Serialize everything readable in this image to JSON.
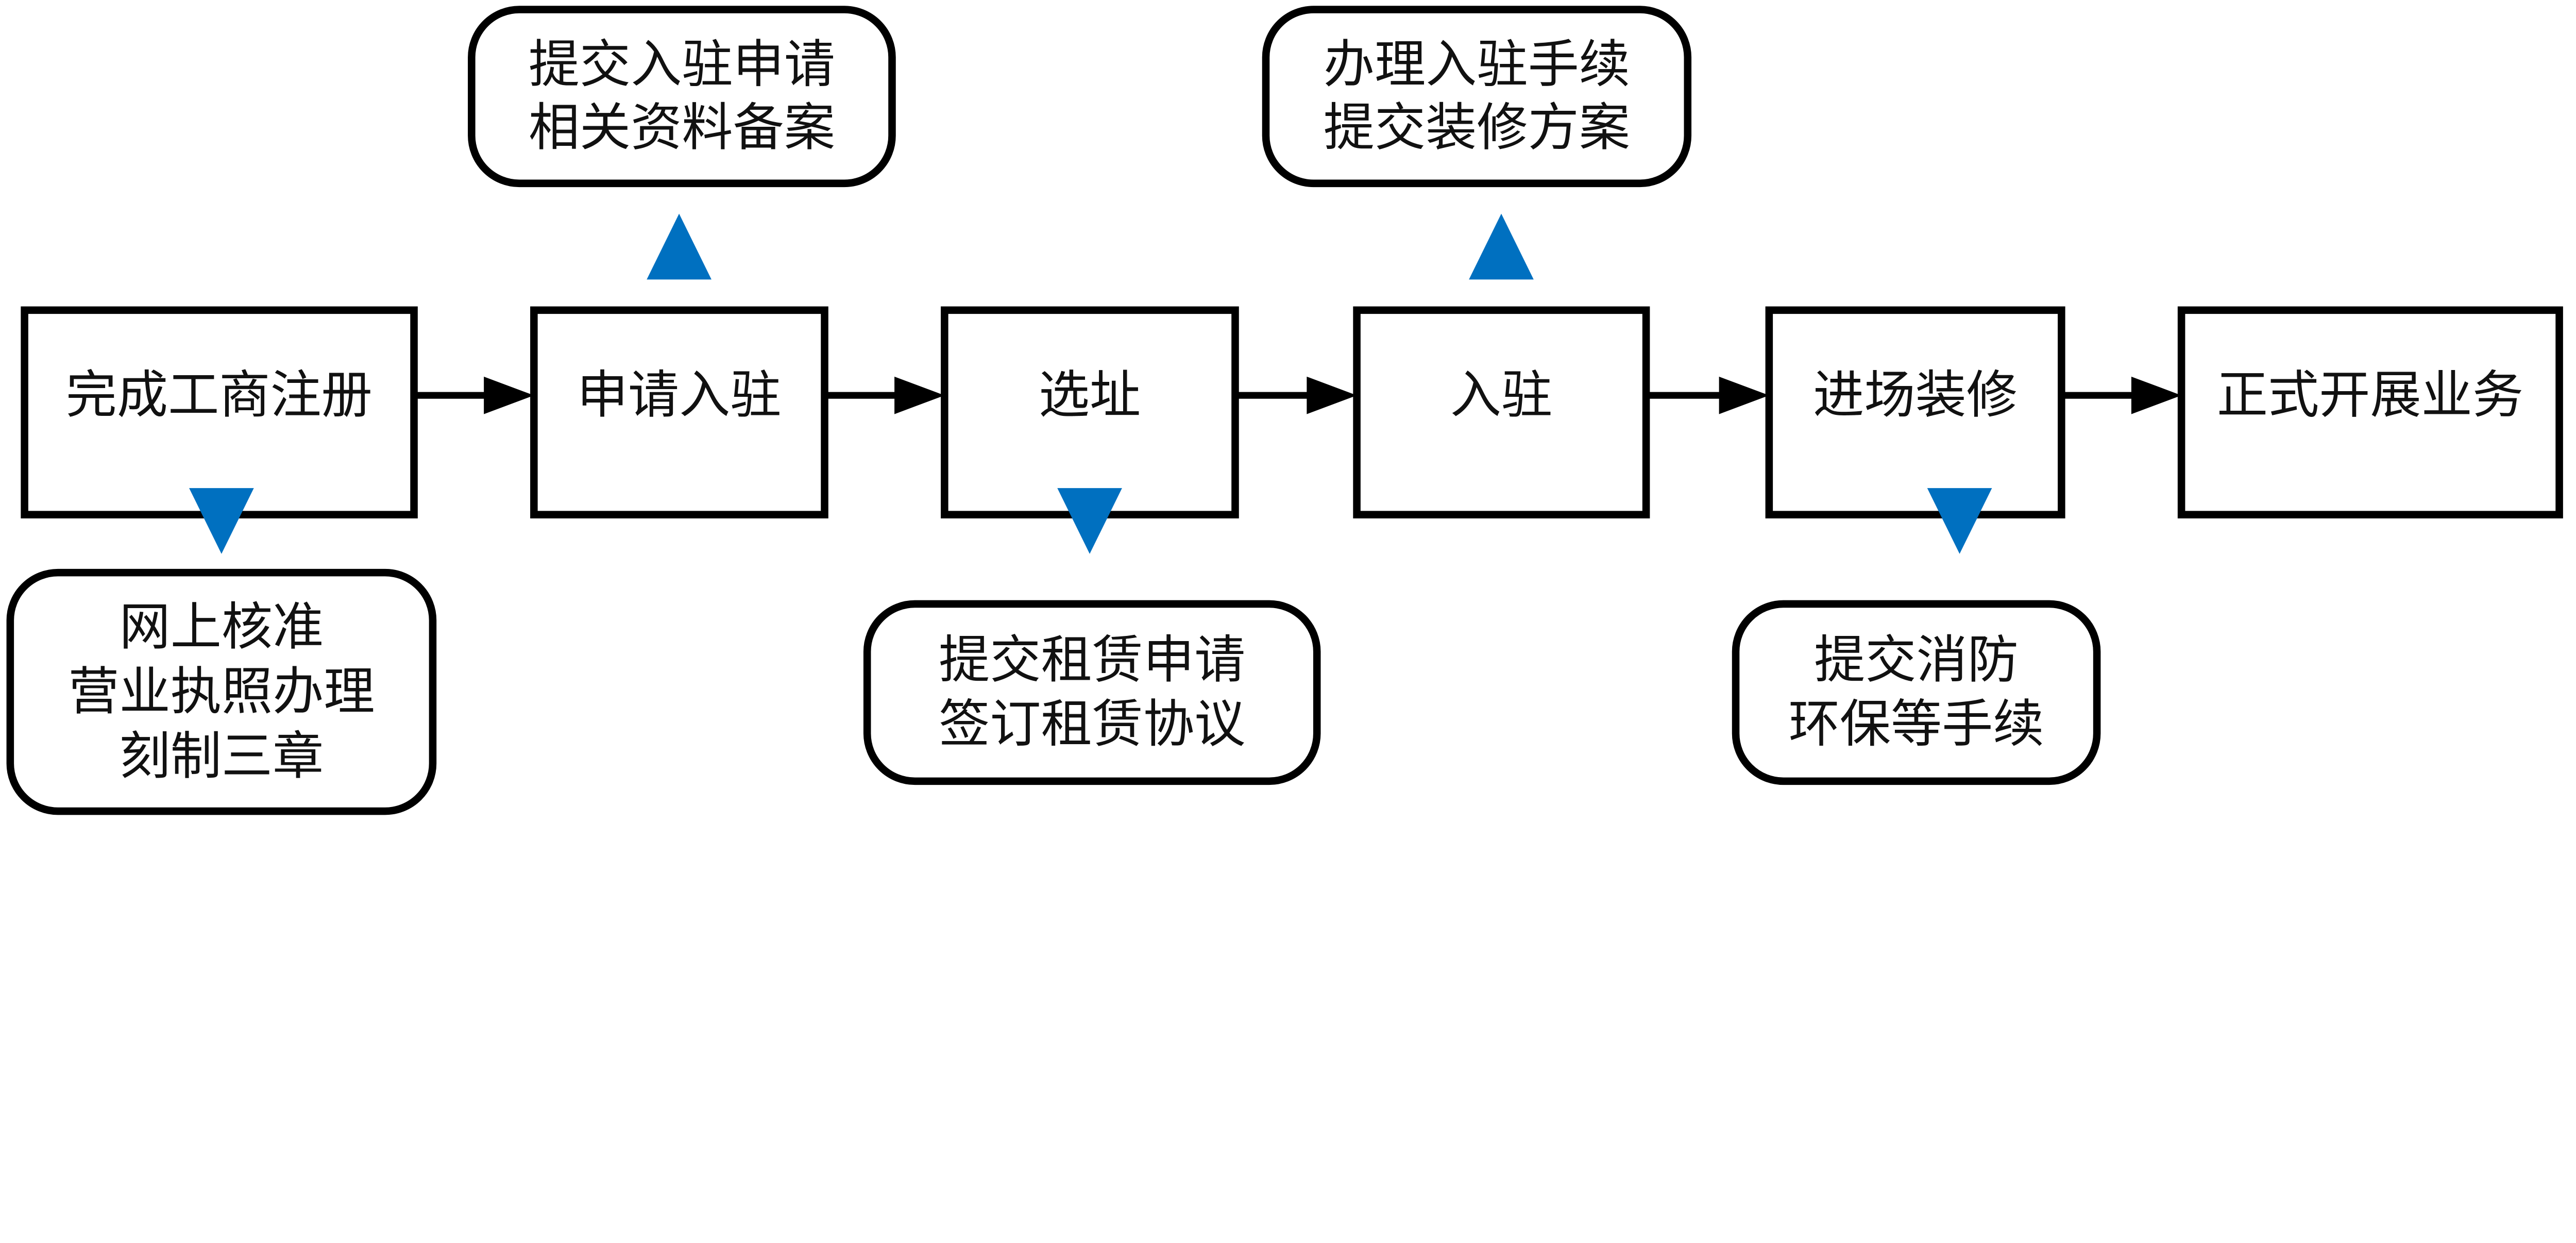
{
  "colors": {
    "stroke": "#000000",
    "branch_triangle": "#0070C0"
  },
  "steps": [
    {
      "label": "完成工商注册"
    },
    {
      "label": "申请入驻"
    },
    {
      "label": "选址"
    },
    {
      "label": "入驻"
    },
    {
      "label": "进场装修"
    },
    {
      "label": "正式开展业务"
    }
  ],
  "notes": [
    {
      "step": "完成工商注册",
      "position": "below",
      "lines": [
        "网上核准",
        "营业执照办理",
        "刻制三章"
      ]
    },
    {
      "step": "申请入驻",
      "position": "above",
      "lines": [
        "提交入驻申请",
        "相关资料备案"
      ]
    },
    {
      "step": "选址",
      "position": "below",
      "lines": [
        "提交租赁申请",
        "签订租赁协议"
      ]
    },
    {
      "step": "入驻",
      "position": "above",
      "lines": [
        "办理入驻手续",
        "提交装修方案"
      ]
    },
    {
      "step": "进场装修",
      "position": "below",
      "lines": [
        "提交消防",
        "环保等手续"
      ]
    }
  ]
}
